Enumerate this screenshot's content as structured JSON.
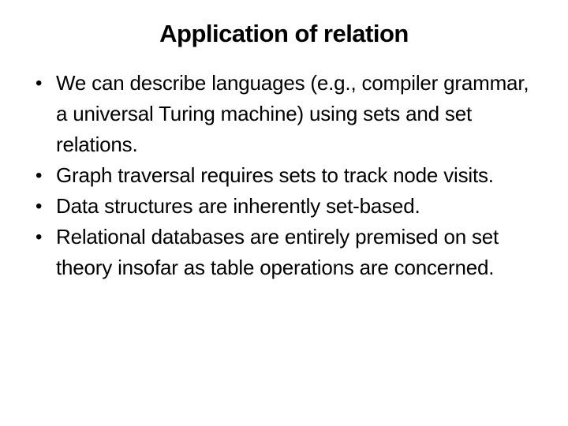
{
  "slide": {
    "title": "Application of relation",
    "bullet_char": "•",
    "bullets": [
      {
        "text": "We can describe languages (e.g., compiler grammar, a universal Turing machine) using sets and set relations."
      },
      {
        "text": "Graph traversal requires sets to track node visits."
      },
      {
        "text": "Data structures are inherently set-based."
      },
      {
        "text": "Relational databases are entirely premised on set theory insofar as table operations are concerned."
      }
    ],
    "colors": {
      "background": "#ffffff",
      "text": "#000000"
    }
  }
}
